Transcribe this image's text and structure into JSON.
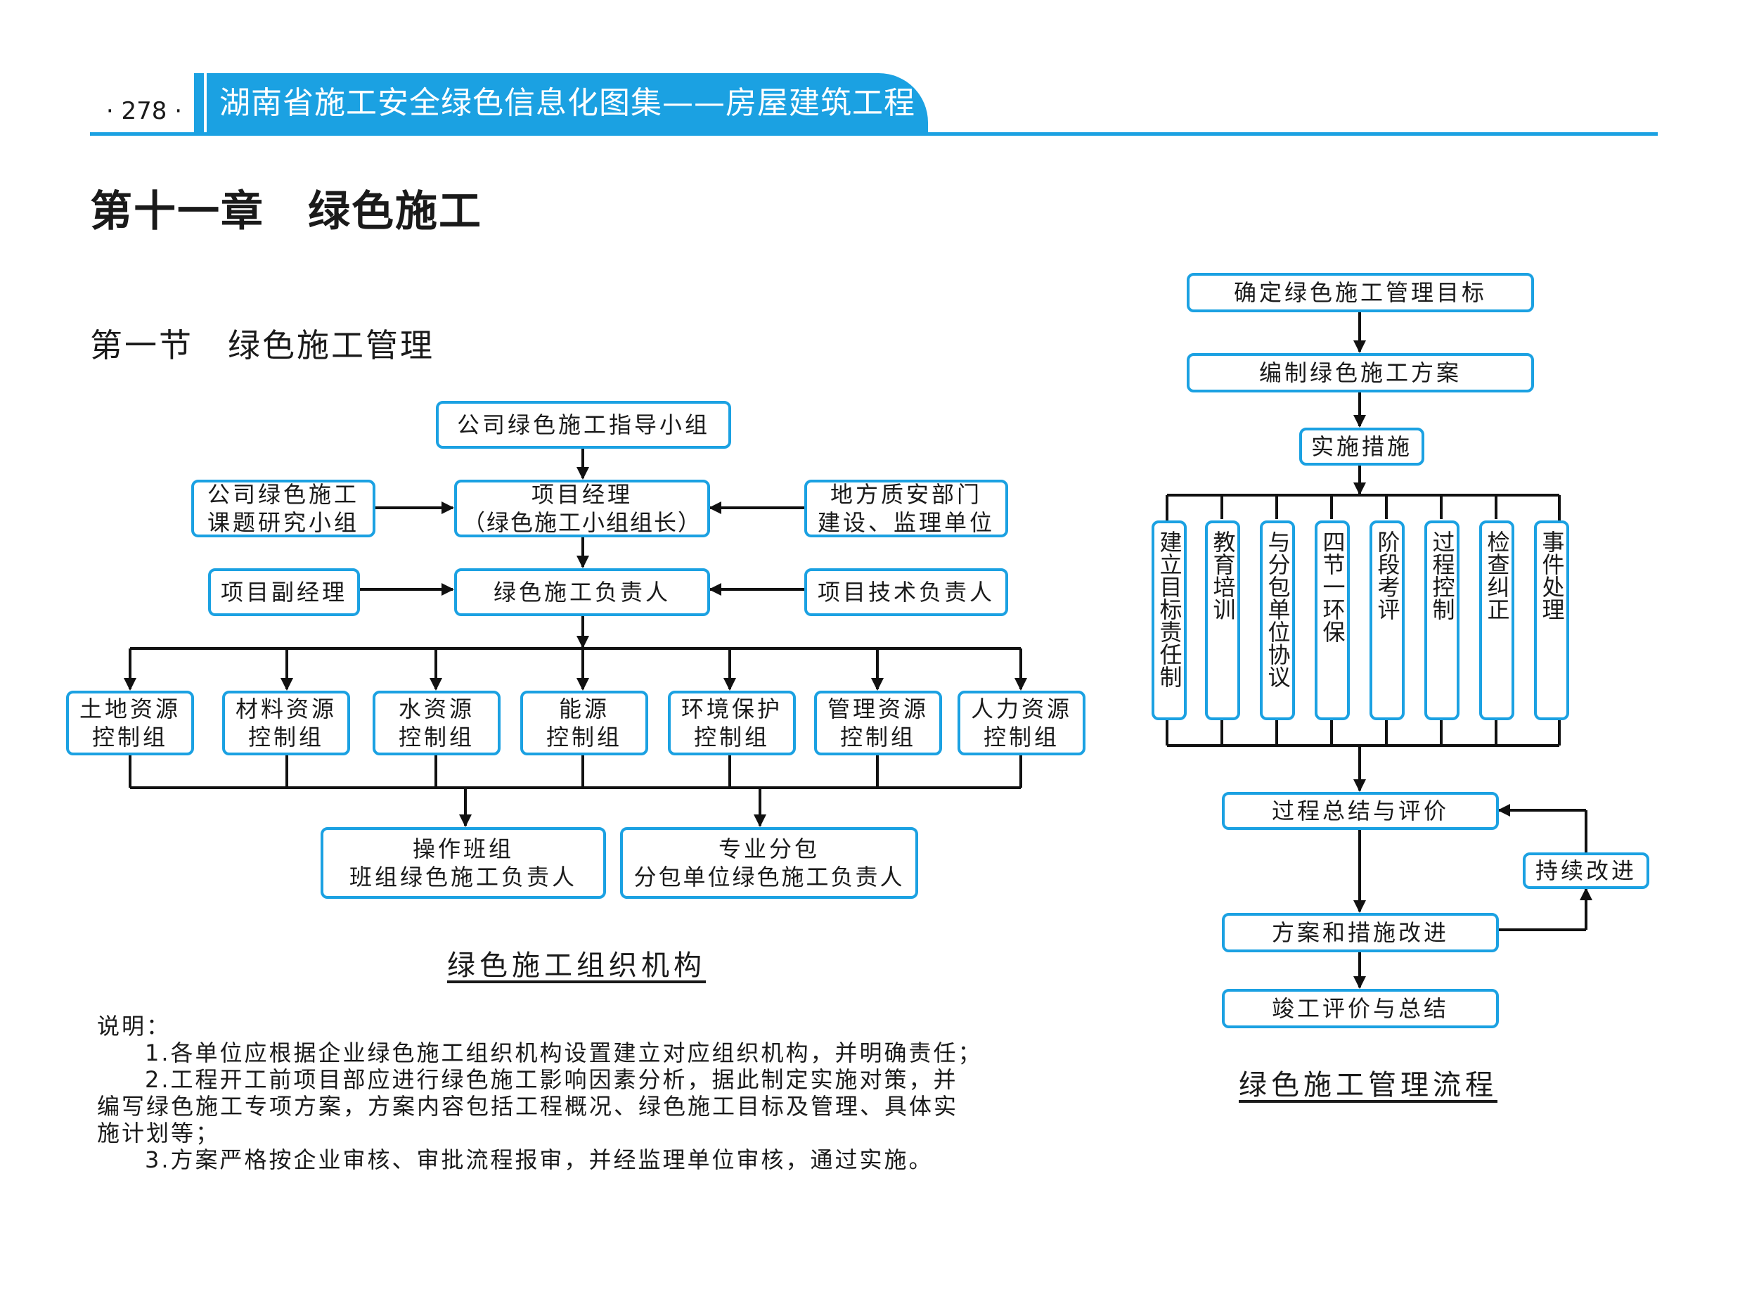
{
  "header": {
    "page_number": "· 278 ·",
    "book_title": "湖南省施工安全绿色信息化图集——房屋建筑工程",
    "accent_color": "#1ba1e2"
  },
  "chapter_title": "第十一章　绿色施工",
  "section_title": "第一节　绿色施工管理",
  "org_chart": {
    "top": "公司绿色施工指导小组",
    "research_group": [
      "公司绿色施工",
      "课题研究小组"
    ],
    "project_manager": [
      "项目经理",
      "（绿色施工小组组长）"
    ],
    "local_units": [
      "地方质安部门",
      "建设、监理单位"
    ],
    "deputy_manager": "项目副经理",
    "responsible_person": "绿色施工负责人",
    "tech_lead": "项目技术负责人",
    "groups": [
      [
        "土地资源",
        "控制组"
      ],
      [
        "材料资源",
        "控制组"
      ],
      [
        "水资源",
        "控制组"
      ],
      [
        "能源",
        "控制组"
      ],
      [
        "环境保护",
        "控制组"
      ],
      [
        "管理资源",
        "控制组"
      ],
      [
        "人力资源",
        "控制组"
      ]
    ],
    "operation_team": [
      "操作班组",
      "班组绿色施工负责人"
    ],
    "subcontract": [
      "专业分包",
      "分包单位绿色施工负责人"
    ],
    "caption": "绿色施工组织机构"
  },
  "flow_chart": {
    "step1": "确定绿色施工管理目标",
    "step2": "编制绿色施工方案",
    "step3": "实施措施",
    "measures": [
      "建立目标责任制",
      "教育培训",
      "与分包单位协议",
      "四节一环保",
      "阶段考评",
      "过程控制",
      "检查纠正",
      "事件处理"
    ],
    "review": "过程总结与评价",
    "continuous": "持续改进",
    "improve": "方案和措施改进",
    "final": "竣工评价与总结",
    "caption": "绿色施工管理流程"
  },
  "notes": {
    "title": "说明：",
    "line1": "1.各单位应根据企业绿色施工组织机构设置建立对应组织机构，并明确责任；",
    "line2a": "2.工程开工前项目部应进行绿色施工影响因素分析，据此制定实施对策，并",
    "line2b": "编写绿色施工专项方案，方案内容包括工程概况、绿色施工目标及管理、具体实",
    "line2c": "施计划等；",
    "line3": "3.方案严格按企业审核、审批流程报审，并经监理单位审核，通过实施。"
  }
}
